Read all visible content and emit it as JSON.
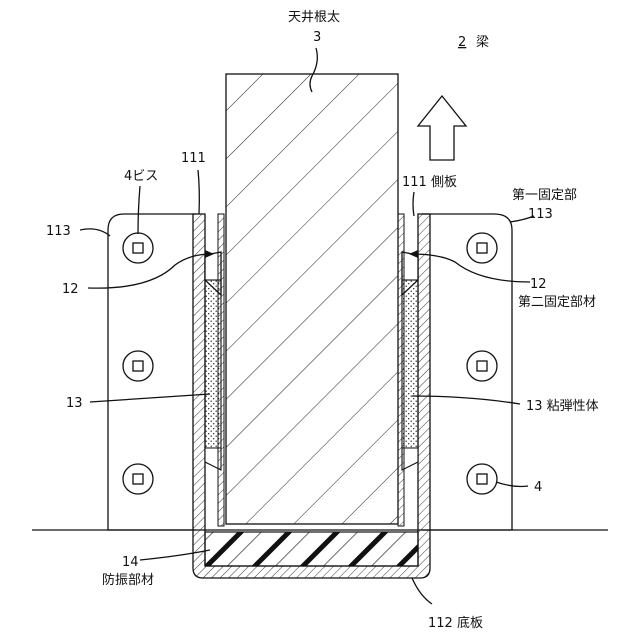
{
  "labels": {
    "ceiling_joist_name": "天井根太",
    "ceiling_joist_num": "3",
    "beam_num": "2",
    "beam_name": "梁",
    "screw_left": "4ビス",
    "side_plate_left": "111",
    "side_plate_right": "111 側板",
    "first_fix_name": "第一固定部",
    "first_fix_num_right": "113",
    "first_fix_num_left": "113",
    "second_fix_left": "12",
    "second_fix_right_num": "12",
    "second_fix_right_name": "第二固定部材",
    "visco_left": "13",
    "visco_right": "13 粘弾性体",
    "screw_right": "4",
    "anti_vib_num": "14",
    "anti_vib_name": "防振部材",
    "bottom_plate": "112 底板"
  },
  "icons": {
    "up_arrow": "up-arrow-icon",
    "screw": "screw-icon"
  }
}
